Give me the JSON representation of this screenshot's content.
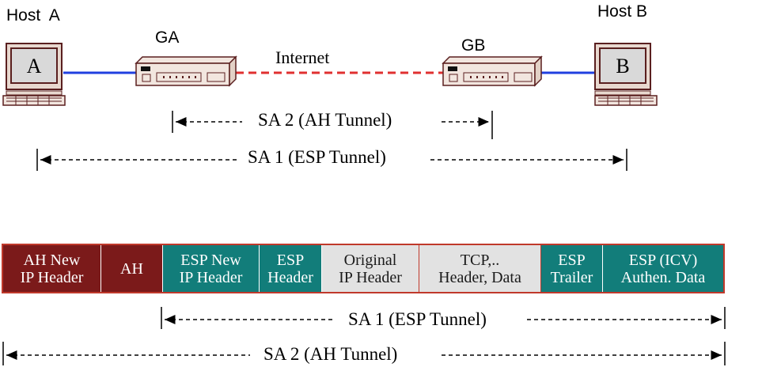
{
  "hosts": {
    "a_label": "Host  A",
    "b_label": "Host B",
    "a_screen": "A",
    "b_screen": "B"
  },
  "gateways": {
    "ga_label": "GA",
    "gb_label": "GB"
  },
  "network": {
    "internet_label": "Internet"
  },
  "top_sa": {
    "sa2": "SA 2 (AH Tunnel)",
    "sa1": "SA 1 (ESP Tunnel)"
  },
  "packet": {
    "fields": [
      {
        "label": "AH New\nIP Header",
        "style": "dark-red"
      },
      {
        "label": "AH",
        "style": "dark-red"
      },
      {
        "label": "ESP New\nIP Header",
        "style": "teal"
      },
      {
        "label": "ESP\nHeader",
        "style": "teal"
      },
      {
        "label": "Original\nIP Header",
        "style": "light"
      },
      {
        "label": "TCP,..\nHeader, Data",
        "style": "light"
      },
      {
        "label": "ESP\nTrailer",
        "style": "teal"
      },
      {
        "label": "ESP (ICV)\nAuthen. Data",
        "style": "teal"
      }
    ]
  },
  "bottom_sa": {
    "sa1": "SA 1 (ESP Tunnel)",
    "sa2": "SA 2 (AH Tunnel)"
  },
  "colors": {
    "lan_link": "#2040e0",
    "internet_link": "#e03030",
    "dark_red": "#7b1a1a",
    "teal": "#127d7a",
    "light_gray": "#e2e2e2"
  }
}
